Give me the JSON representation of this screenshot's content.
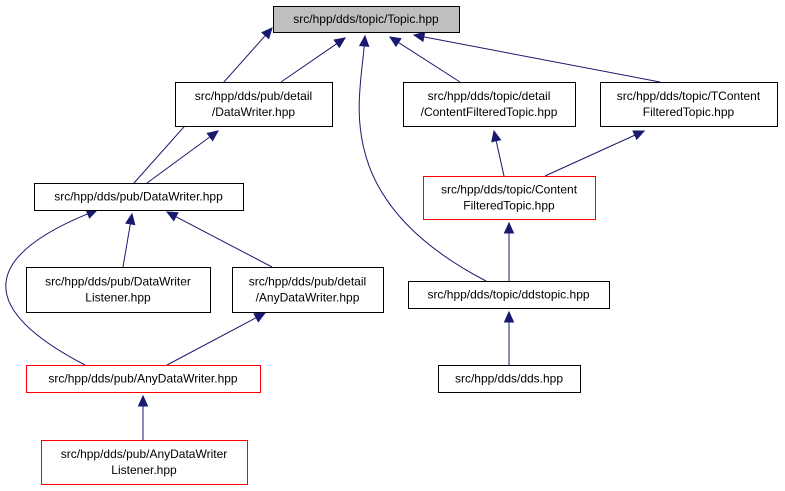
{
  "colors": {
    "edge": "#191970",
    "root_fill": "#bfbfbf",
    "box_fill": "#ffffff",
    "normal_border": "#000000",
    "highlight_border": "#ff0000",
    "text": "#000000"
  },
  "nodes": [
    {
      "id": "topic",
      "lines": [
        "src/hpp/dds/topic/Topic.hpp"
      ],
      "style": "root"
    },
    {
      "id": "detail_datawriter",
      "lines": [
        "src/hpp/dds/pub/detail",
        "/DataWriter.hpp"
      ],
      "style": "normal"
    },
    {
      "id": "detail_cft",
      "lines": [
        "src/hpp/dds/topic/detail",
        "/ContentFilteredTopic.hpp"
      ],
      "style": "normal"
    },
    {
      "id": "tcft",
      "lines": [
        "src/hpp/dds/topic/TContent",
        "FilteredTopic.hpp"
      ],
      "style": "normal"
    },
    {
      "id": "datawriter",
      "lines": [
        "src/hpp/dds/pub/DataWriter.hpp"
      ],
      "style": "normal"
    },
    {
      "id": "cft",
      "lines": [
        "src/hpp/dds/topic/Content",
        "FilteredTopic.hpp"
      ],
      "style": "highlight"
    },
    {
      "id": "dwlistener",
      "lines": [
        "src/hpp/dds/pub/DataWriter",
        "Listener.hpp"
      ],
      "style": "normal"
    },
    {
      "id": "detail_anydw",
      "lines": [
        "src/hpp/dds/pub/detail",
        "/AnyDataWriter.hpp"
      ],
      "style": "normal"
    },
    {
      "id": "ddstopic",
      "lines": [
        "src/hpp/dds/topic/ddstopic.hpp"
      ],
      "style": "normal"
    },
    {
      "id": "anydw",
      "lines": [
        "src/hpp/dds/pub/AnyDataWriter.hpp"
      ],
      "style": "highlight"
    },
    {
      "id": "dds",
      "lines": [
        "src/hpp/dds/dds.hpp"
      ],
      "style": "normal"
    },
    {
      "id": "anydwlistener",
      "lines": [
        "src/hpp/dds/pub/AnyDataWriter",
        "Listener.hpp"
      ],
      "style": "highlight"
    }
  ],
  "edges": [
    {
      "from": "detail_datawriter",
      "to": "topic"
    },
    {
      "from": "datawriter",
      "to": "topic"
    },
    {
      "from": "detail_cft",
      "to": "topic"
    },
    {
      "from": "tcft",
      "to": "topic"
    },
    {
      "from": "ddstopic",
      "to": "topic"
    },
    {
      "from": "datawriter",
      "to": "detail_datawriter"
    },
    {
      "from": "cft",
      "to": "detail_cft"
    },
    {
      "from": "cft",
      "to": "tcft"
    },
    {
      "from": "dwlistener",
      "to": "datawriter"
    },
    {
      "from": "detail_anydw",
      "to": "datawriter"
    },
    {
      "from": "anydw",
      "to": "datawriter"
    },
    {
      "from": "ddstopic",
      "to": "cft"
    },
    {
      "from": "anydw",
      "to": "detail_anydw"
    },
    {
      "from": "dds",
      "to": "ddstopic"
    },
    {
      "from": "anydwlistener",
      "to": "anydw"
    }
  ]
}
